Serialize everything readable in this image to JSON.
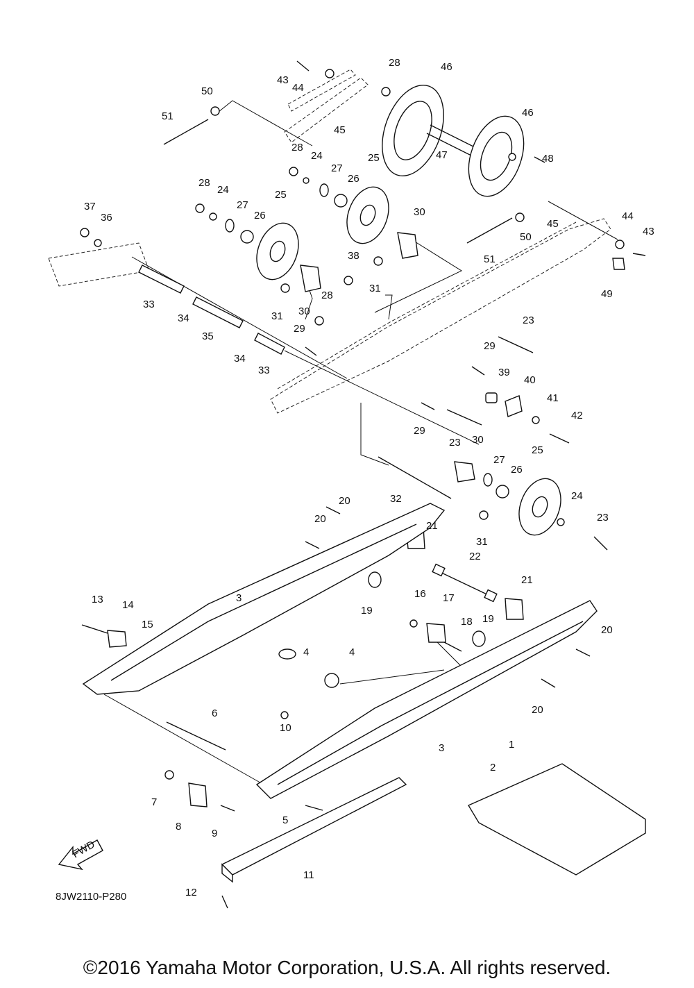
{
  "diagram_code": "8JW2110-P280",
  "fwd_label": "FWD",
  "copyright": "©2016 Yamaha Motor Corporation, U.S.A. All rights reserved.",
  "callouts": [
    "1",
    "2",
    "3",
    "4",
    "5",
    "6",
    "7",
    "8",
    "9",
    "10",
    "11",
    "12",
    "13",
    "14",
    "15",
    "16",
    "17",
    "18",
    "19",
    "20",
    "21",
    "22",
    "23",
    "24",
    "25",
    "26",
    "27",
    "28",
    "29",
    "30",
    "31",
    "32",
    "33",
    "34",
    "35",
    "36",
    "37",
    "38",
    "39",
    "40",
    "41",
    "42",
    "43",
    "44",
    "45",
    "46",
    "47",
    "48",
    "49",
    "50",
    "51"
  ]
}
